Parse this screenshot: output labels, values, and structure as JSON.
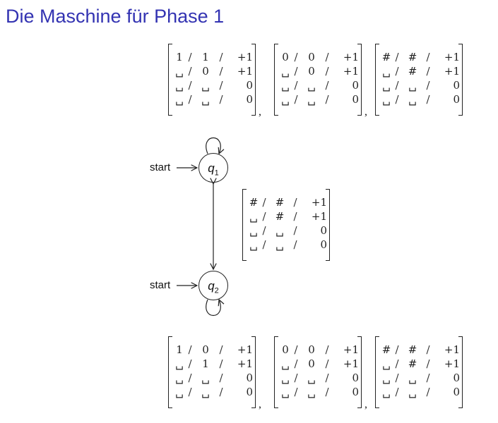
{
  "title": "Die Maschine für Phase 1",
  "states": [
    {
      "name": "q",
      "index": "1",
      "start_label": "start"
    },
    {
      "name": "q",
      "index": "2",
      "start_label": "start"
    }
  ],
  "top_loop_matrices": [
    [
      [
        "1",
        "1",
        "+1"
      ],
      [
        "␣",
        "0",
        "+1"
      ],
      [
        "␣",
        "␣",
        "0"
      ],
      [
        "␣",
        "␣",
        "0"
      ]
    ],
    [
      [
        "0",
        "0",
        "+1"
      ],
      [
        "␣",
        "0",
        "+1"
      ],
      [
        "␣",
        "␣",
        "0"
      ],
      [
        "␣",
        "␣",
        "0"
      ]
    ],
    [
      [
        "#",
        "#",
        "+1"
      ],
      [
        "␣",
        "#",
        "+1"
      ],
      [
        "␣",
        "␣",
        "0"
      ],
      [
        "␣",
        "␣",
        "0"
      ]
    ]
  ],
  "middle_matrices": [
    [
      [
        "#",
        "#",
        "+1"
      ],
      [
        "␣",
        "#",
        "+1"
      ],
      [
        "␣",
        "␣",
        "0"
      ],
      [
        "␣",
        "␣",
        "0"
      ]
    ]
  ],
  "bottom_loop_matrices": [
    [
      [
        "1",
        "0",
        "+1"
      ],
      [
        "␣",
        "1",
        "+1"
      ],
      [
        "␣",
        "␣",
        "0"
      ],
      [
        "␣",
        "␣",
        "0"
      ]
    ],
    [
      [
        "0",
        "0",
        "+1"
      ],
      [
        "␣",
        "0",
        "+1"
      ],
      [
        "␣",
        "␣",
        "0"
      ],
      [
        "␣",
        "␣",
        "0"
      ]
    ],
    [
      [
        "#",
        "#",
        "+1"
      ],
      [
        "␣",
        "#",
        "+1"
      ],
      [
        "␣",
        "␣",
        "0"
      ],
      [
        "␣",
        "␣",
        "0"
      ]
    ]
  ],
  "separator": ",",
  "slash": "/"
}
